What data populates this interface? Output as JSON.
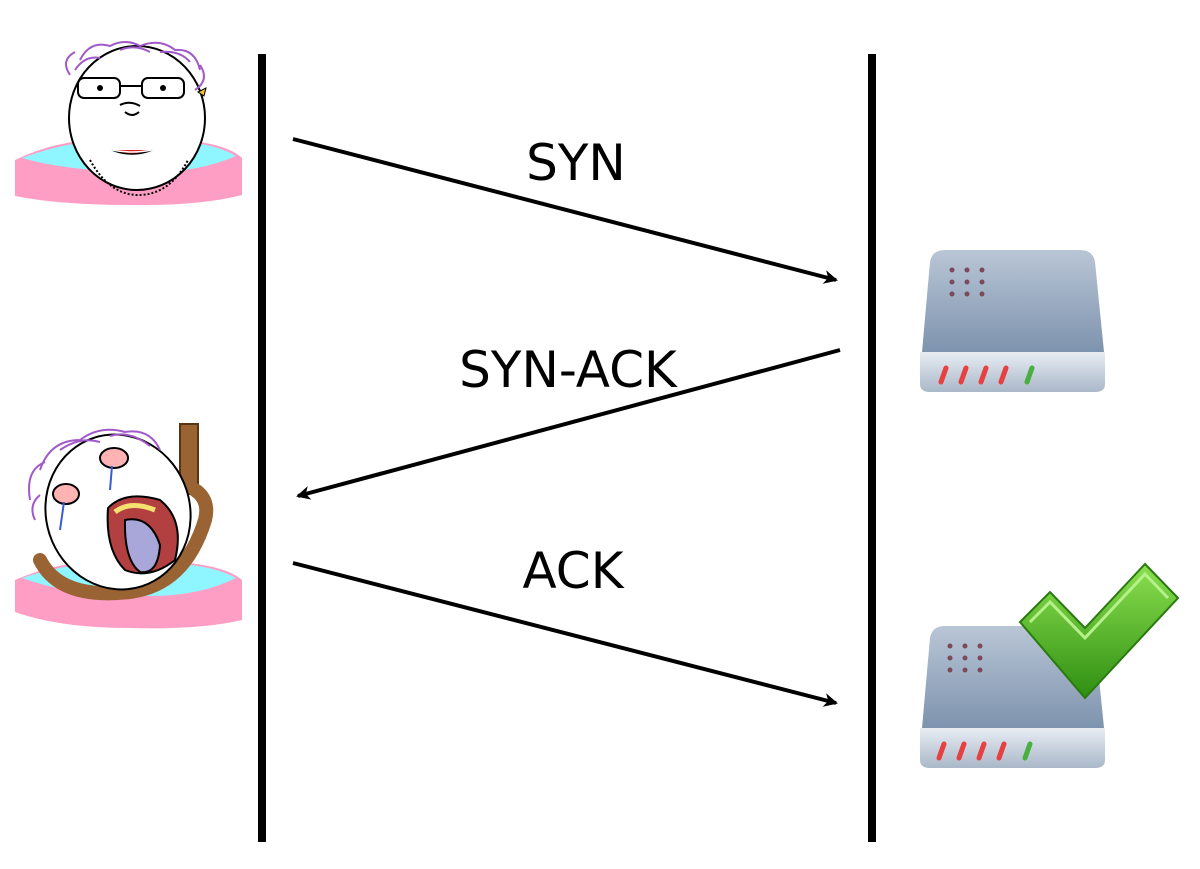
{
  "messages": [
    {
      "label": "SYN"
    },
    {
      "label": "SYN-ACK"
    },
    {
      "label": "ACK"
    }
  ],
  "colors": {
    "line": "#000000",
    "shirt_pink": "#ff9ec5",
    "shirt_cyan": "#8ff5ff",
    "hair": "#a259c8",
    "server_body": "#8fa2bb",
    "server_top": "#a8b8cc",
    "check_green": "#3fae1e",
    "rope": "#9a6334"
  }
}
